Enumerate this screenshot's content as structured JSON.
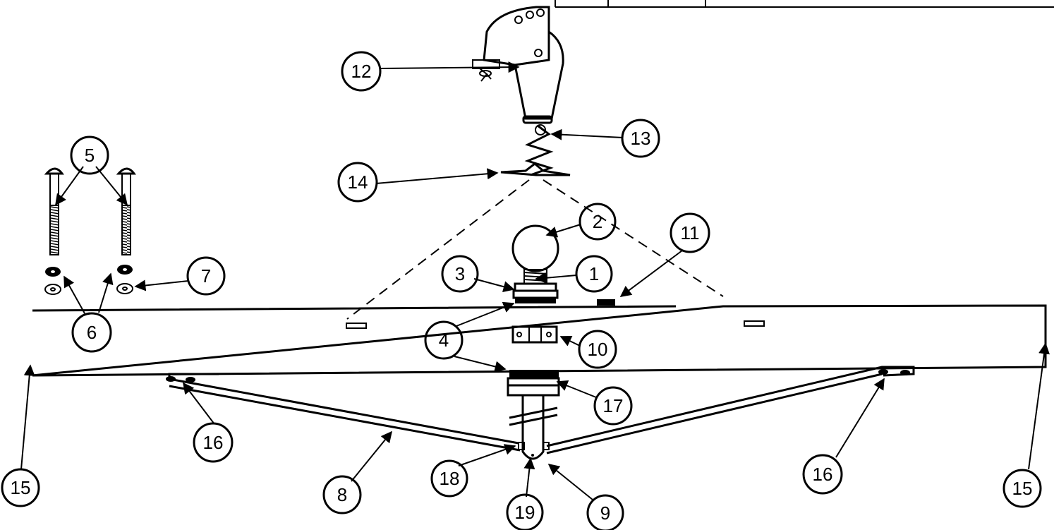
{
  "callouts": [
    {
      "id": "c1",
      "label": "1"
    },
    {
      "id": "c2",
      "label": "2"
    },
    {
      "id": "c3",
      "label": "3"
    },
    {
      "id": "c4a",
      "label": "4"
    },
    {
      "id": "c5",
      "label": "5"
    },
    {
      "id": "c6",
      "label": "6"
    },
    {
      "id": "c7",
      "label": "7"
    },
    {
      "id": "c8",
      "label": "8"
    },
    {
      "id": "c9",
      "label": "9"
    },
    {
      "id": "c10",
      "label": "10"
    },
    {
      "id": "c11",
      "label": "11"
    },
    {
      "id": "c12",
      "label": "12"
    },
    {
      "id": "c13",
      "label": "13"
    },
    {
      "id": "c14",
      "label": "14"
    },
    {
      "id": "c15a",
      "label": "15"
    },
    {
      "id": "c15b",
      "label": "15"
    },
    {
      "id": "c16a",
      "label": "16"
    },
    {
      "id": "c16b",
      "label": "16"
    },
    {
      "id": "c17",
      "label": "17"
    },
    {
      "id": "c18",
      "label": "18"
    },
    {
      "id": "c19",
      "label": "19"
    }
  ],
  "colors": {
    "ink": "#000000",
    "paper": "#ffffff"
  }
}
